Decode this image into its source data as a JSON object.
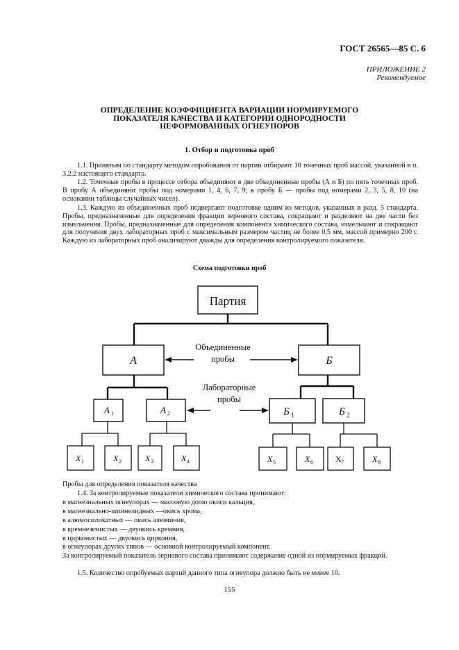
{
  "header": "ГОСТ 26565—85 С. 6",
  "appendix": {
    "line1": "ПРИЛОЖЕНИЕ 2",
    "line2": "Рекомендуемое"
  },
  "title": {
    "line1": "ОПРЕДЕЛЕНИЕ КОЭФФИЦИЕНТА ВАРИАЦИИ НОРМИРУЕМОГО",
    "line2": "ПОКАЗАТЕЛЯ КАЧЕСТВА И КАТЕГОРИИ ОДНОРОДНОСТИ",
    "line3": "НЕФОРМОВАННЫХ ОГНЕУПОРОВ"
  },
  "section1": "1. Отбор и подготовка проб",
  "p11": "1.1. Принятым по стандарту методом опробования от партии отбирают 10 точечных проб массой, указанной в п. 3.2.2 настоящего стандарта.",
  "p12": "1.2. Точечные пробы в процессе отбора объединяют в две объединенные пробы (А и Б) по пять точечных проб. В пробу А объединяют пробы под номерами 1, 4, 6, 7, 9; в пробу Б — пробы под номерами 2, 3, 5, 8, 10 (на основании таблицы случайных чисел).",
  "p13": "1.3. Каждую из объединенных проб подвергают подготовке одним из методов, указанных в разд. 5 стандарта. Пробы, предназначенные для определения фракции зернового состава, сокращают и разделяют на две части без измельчения. Пробы, предназначенные для определения компонента химического состава, измельчают и сокращают для получения двух лабораторных проб с максимальным размером частиц не более 0,5 мм, массой примерно 200 г. Каждую из лабораторных проб анализируют дважды для определения контролируемого показателя.",
  "scheme": {
    "title": "Схема подготовки проб",
    "root": "Партия",
    "combined_label1": "Объединенные",
    "combined_label2": "пробы",
    "lab_label1": "Лабораторные",
    "lab_label2": "пробы",
    "A": "А",
    "B": "Б",
    "A1": "А",
    "A1sub": "1",
    "A2": "А",
    "A2sub": "2",
    "B1": "Б",
    "B1sub": "1",
    "B2": "Б",
    "B2sub": "2",
    "x": [
      "X",
      "X",
      "X",
      "X",
      "X",
      "X",
      "X",
      "X"
    ],
    "xsub": [
      "1",
      "2",
      "3",
      "4",
      "5",
      "6",
      "7",
      "8"
    ]
  },
  "quality_heading": "Пробы для определения показателя качества",
  "p14": "1.4. За контролируемые показатели химического состава принимают:",
  "list": [
    "в магнезиальных огнеупорах — массовую долю окиси кальция,",
    "в магнезиально-шпинелидных —окись хрома,",
    "в алюмосиликатных — окись алюминия,",
    "в кремнеземистых — двуокись кремния,",
    "в цирконистых — двуокись циркония,",
    "в огнеупорах других типов — основной контролируемый компонент."
  ],
  "p14b": "За контролируемый показатель зернового состава принимают содержание одной из нормируемых фракций.",
  "p15": "1.5. Количество опробуемых партий данного типа огнеупора должно быть не менее 10.",
  "page_number": "155"
}
